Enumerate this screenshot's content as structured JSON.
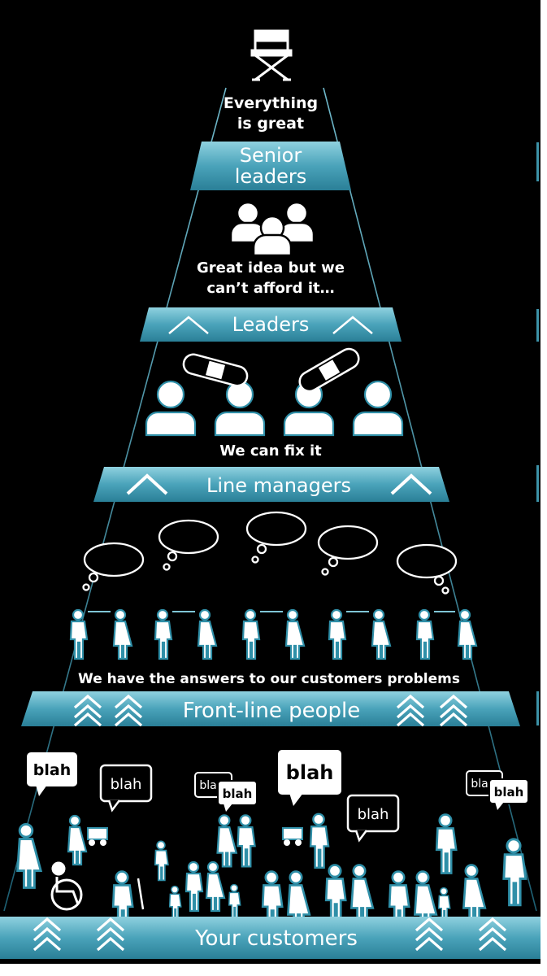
{
  "caption_top": [
    "Everything",
    "is great"
  ],
  "band_senior": [
    "Senior",
    "leaders"
  ],
  "caption_leaders": [
    "Great idea but we",
    "can’t afford it…"
  ],
  "band_leaders": "Leaders",
  "caption_line": "We can fix it",
  "band_line": "Line managers",
  "caption_frontline": "We have the answers to our customers problems",
  "band_frontline": "Front-line people",
  "band_customers": "Your customers",
  "bubble_text": "blah",
  "bubble_text_partial": "bla",
  "colors": {
    "teal_light": "#7fc6d6",
    "teal_dark": "#2a7f97",
    "background": "#000000",
    "text": "#ffffff"
  }
}
